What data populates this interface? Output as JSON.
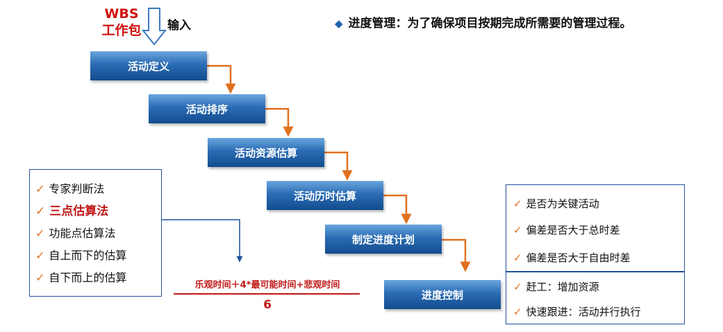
{
  "headline": "进度管理：为了确保项目按期完成所需要的管理过程。",
  "wbs": {
    "line1": "WBS",
    "line2": "工作包"
  },
  "input_label": "输入",
  "steps": [
    "活动定义",
    "活动排序",
    "活动资源估算",
    "活动历时估算",
    "制定进度计划",
    "进度控制"
  ],
  "methods": [
    "专家判断法",
    "三点估算法",
    "功能点估算法",
    "自上而下的估算",
    "自下而上的估算"
  ],
  "formula": {
    "numerator": "乐观时间＋4*最可能时间+悲观时间",
    "denominator": "6"
  },
  "control_checks": [
    "是否为关键活动",
    "偏差是否大于总时差",
    "偏差是否大于自由时差"
  ],
  "control_actions": [
    "赶工：增加资源",
    "快速跟进：活动并行执行"
  ],
  "colors": {
    "step_blue": "#2a6cb4",
    "arrow_orange": "#e07020",
    "highlight_red": "#c01818",
    "box_border": "#1f4f9a"
  }
}
